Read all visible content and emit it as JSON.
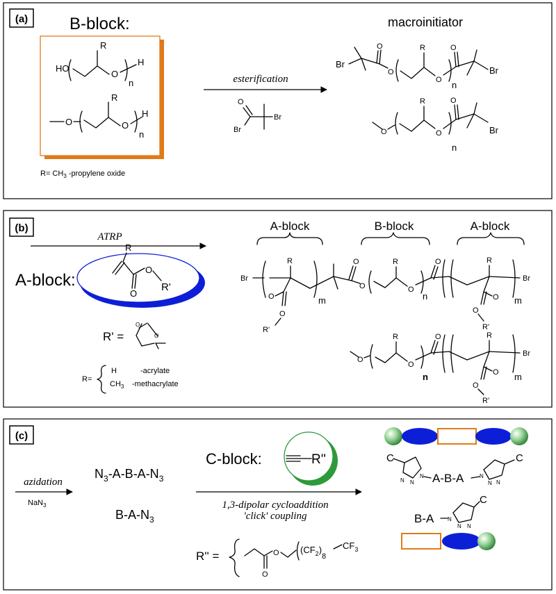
{
  "panel_a": {
    "label": "(a)",
    "bblock_title": "B-block:",
    "macroinitiator_title": "macroinitiator",
    "reaction_label": "esterification",
    "r_definition": "R= CH",
    "r_sub": "3",
    "r_suffix": " -propylene oxide",
    "atoms": {
      "HO": "HO",
      "O": "O",
      "H": "H",
      "R": "R",
      "n": "n",
      "Br": "Br"
    }
  },
  "panel_b": {
    "label": "(b)",
    "reaction_label": "ATRP",
    "ablock_title": "A-block:",
    "segment_labels": [
      "A-block",
      "B-block",
      "A-block"
    ],
    "r_prime_label": "R' =",
    "r_options_prefix": "R=",
    "r_option_1_group": "H",
    "r_option_1_name": "-acrylate",
    "r_option_2_group": "CH",
    "r_option_2_sub": "3",
    "r_option_2_name": "-methacrylate",
    "atoms": {
      "Rp": "R'",
      "m": "m",
      "n": "n",
      "O": "O",
      "R": "R",
      "Br": "Br"
    }
  },
  "panel_c": {
    "label": "(c)",
    "reaction_label": "azidation",
    "reagent_label": "NaN",
    "reagent_sub": "3",
    "product_1_parts": [
      "N",
      "3",
      "-A-B-A-N",
      "3"
    ],
    "product_2_parts": [
      "B-A-N",
      "3"
    ],
    "cblock_title": "C-block:",
    "cblock_group": "R''",
    "click_label_line1": "1,3-dipolar cycloaddition",
    "click_label_line2": "'click' coupling",
    "r_dprime_label": "R'' =",
    "fluoro_parts": [
      "(CF",
      "2",
      ")",
      "8",
      "CF",
      "3"
    ],
    "triblock_text": "A-B-A",
    "diblock_text": "B-A",
    "atoms": {
      "C": "C",
      "N": "N",
      "O": "O"
    }
  },
  "colors": {
    "orange": "#e07b1a",
    "blue": "#0d1fd6",
    "green": "#2e9a3a",
    "green_light": "#bfe8bf"
  }
}
